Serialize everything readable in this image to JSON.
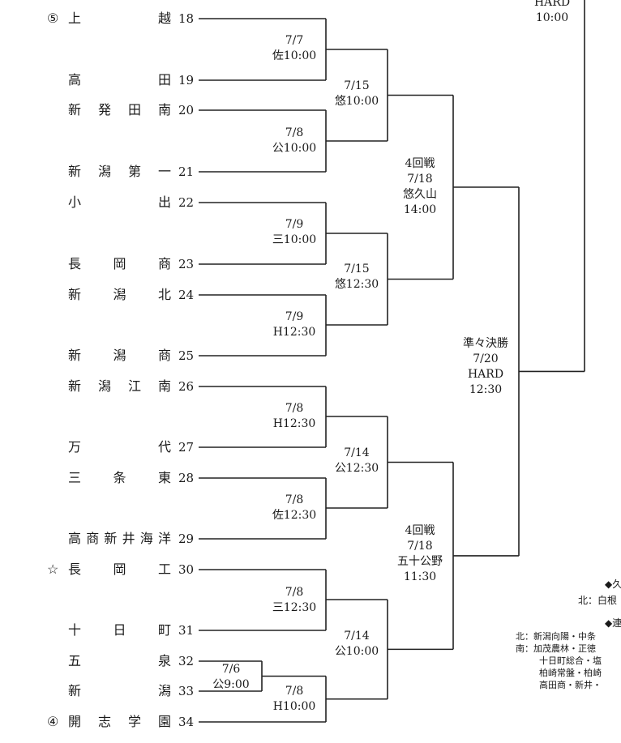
{
  "teams": [
    {
      "seed": "⑤",
      "name": "上越",
      "num": "18"
    },
    {
      "seed": "",
      "name": "高田",
      "num": "19"
    },
    {
      "seed": "",
      "name": "新発田南",
      "num": "20"
    },
    {
      "seed": "",
      "name": "新潟第一",
      "num": "21"
    },
    {
      "seed": "",
      "name": "小出",
      "num": "22"
    },
    {
      "seed": "",
      "name": "長岡商",
      "num": "23"
    },
    {
      "seed": "",
      "name": "新潟北",
      "num": "24"
    },
    {
      "seed": "",
      "name": "新潟商",
      "num": "25"
    },
    {
      "seed": "",
      "name": "新潟江南",
      "num": "26"
    },
    {
      "seed": "",
      "name": "万代",
      "num": "27"
    },
    {
      "seed": "",
      "name": "三条東",
      "num": "28"
    },
    {
      "seed": "",
      "name": "高商新井海洋",
      "num": "29"
    },
    {
      "seed": "☆",
      "name": "長岡工",
      "num": "30"
    },
    {
      "seed": "",
      "name": "十日町",
      "num": "31"
    },
    {
      "seed": "",
      "name": "五泉",
      "num": "32"
    },
    {
      "seed": "",
      "name": "新潟",
      "num": "33"
    },
    {
      "seed": "④",
      "name": "開志学園",
      "num": "34"
    }
  ],
  "matches": {
    "first": [
      {
        "lines": [
          "7/7",
          "佐10:00"
        ]
      },
      {
        "lines": [
          "7/8",
          "公10:00"
        ]
      },
      {
        "lines": [
          "7/9",
          "三10:00"
        ]
      },
      {
        "lines": [
          "7/9",
          "H12:30"
        ]
      },
      {
        "lines": [
          "7/8",
          "H12:30"
        ]
      },
      {
        "lines": [
          "7/8",
          "佐12:30"
        ]
      },
      {
        "lines": [
          "7/8",
          "三12:30"
        ]
      },
      {
        "lines": [
          "7/8",
          "H10:00"
        ]
      }
    ],
    "prelim": {
      "lines": [
        "7/6",
        "公9:00"
      ]
    },
    "third": [
      {
        "lines": [
          "7/15",
          "悠10:00"
        ]
      },
      {
        "lines": [
          "7/15",
          "悠12:30"
        ]
      },
      {
        "lines": [
          "7/14",
          "公12:30"
        ]
      },
      {
        "lines": [
          "7/14",
          "公10:00"
        ]
      }
    ],
    "fourth": [
      {
        "lines": [
          "4回戦",
          "7/18",
          "悠久山",
          "14:00"
        ]
      },
      {
        "lines": [
          "4回戦",
          "7/18",
          "五十公野",
          "11:30"
        ]
      }
    ],
    "qf": {
      "lines": [
        "準々決勝",
        "7/20",
        "HARD",
        "12:30"
      ]
    },
    "top": {
      "lines": [
        "HARD",
        "10:00"
      ]
    }
  },
  "legend": {
    "header1": "◆久",
    "line1": "北：白根",
    "header2": "◆連",
    "rows": [
      "北：新潟向陽・中条",
      "南：加茂農林・正徳",
      "十日町総合・塩",
      "柏崎常盤・柏崎",
      "高田商・新井・"
    ]
  }
}
